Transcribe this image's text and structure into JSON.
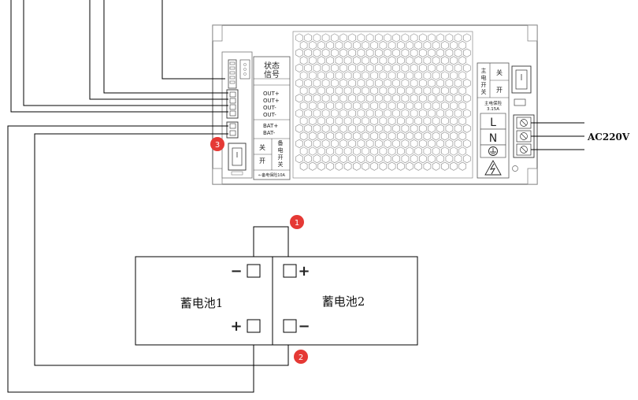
{
  "psu": {
    "status_signal_line1": "状态",
    "status_signal_line2": "信号",
    "terminals": [
      "OUT+",
      "OUT+",
      "OUT-",
      "OUT-",
      "BAT+",
      "BAT-"
    ],
    "backup_switch": {
      "off_label": "关",
      "on_label": "开",
      "title_chars": [
        "备",
        "电",
        "开",
        "关"
      ],
      "fuse_note": "←备电保险10A"
    },
    "main_switch": {
      "title_chars": [
        "主",
        "电",
        "开",
        "关"
      ],
      "off_label": "关",
      "on_label": "开",
      "fuse_label_line1": "主电保险",
      "fuse_label_line2": "3.15A"
    },
    "ac_terminals": [
      "L",
      "N"
    ],
    "ground_symbol": "⏚",
    "ac_input_label": "AC220V"
  },
  "batteries": {
    "battery1_label": "蓄电池1",
    "battery2_label": "蓄电池2",
    "polarity": {
      "b1_top": "−",
      "b1_bottom": "+",
      "b2_top": "+",
      "b2_bottom": "−"
    }
  },
  "markers": [
    "1",
    "2",
    "3"
  ],
  "colors": {
    "line": "#000000",
    "device_stroke": "#555555",
    "marker_fill": "#e53935",
    "marker_text": "#ffffff"
  }
}
